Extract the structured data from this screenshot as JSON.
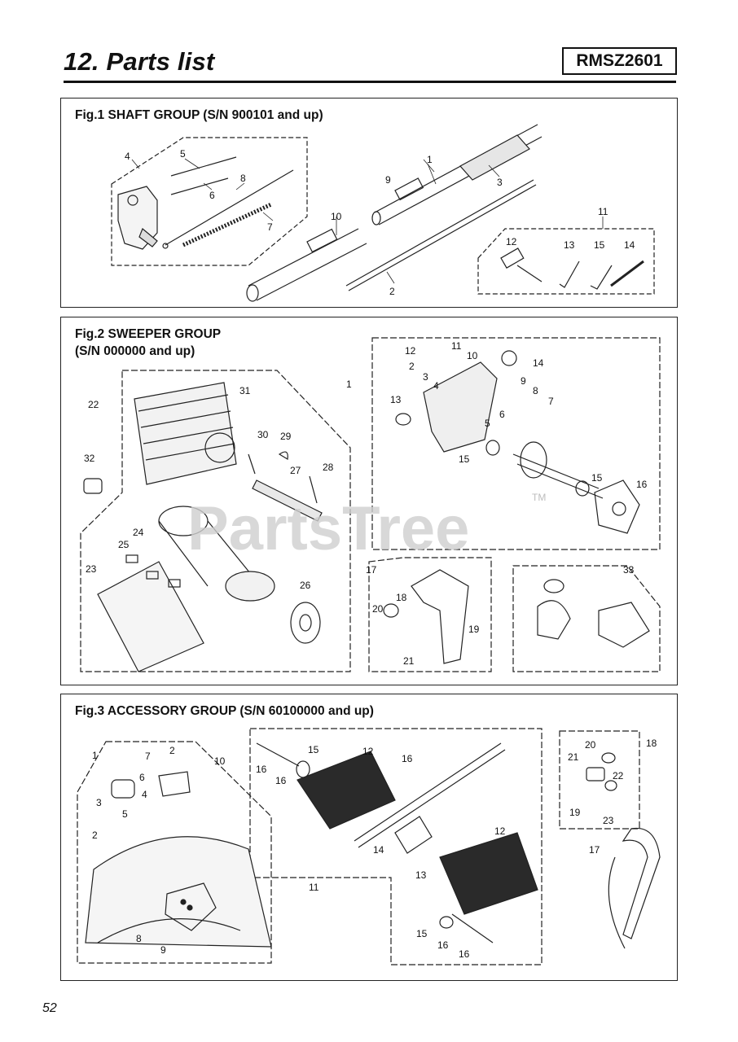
{
  "page": {
    "title": "12. Parts list",
    "model": "RMSZ2601",
    "page_number": "52"
  },
  "figures": [
    {
      "id": "fig1",
      "title": "Fig.1 SHAFT GROUP (S/N 900101 and up)",
      "callouts": [
        "1",
        "2",
        "3",
        "4",
        "5",
        "6",
        "7",
        "8",
        "9",
        "10",
        "11",
        "12",
        "13",
        "14",
        "15"
      ]
    },
    {
      "id": "fig2",
      "title_line1": "Fig.2 SWEEPER GROUP",
      "title_line2": "(S/N 000000 and up)",
      "callouts": [
        "1",
        "2",
        "3",
        "4",
        "5",
        "6",
        "7",
        "8",
        "9",
        "10",
        "11",
        "12",
        "13",
        "14",
        "15",
        "15",
        "16",
        "17",
        "18",
        "19",
        "20",
        "21",
        "22",
        "23",
        "24",
        "25",
        "26",
        "27",
        "28",
        "29",
        "30",
        "31",
        "32",
        "33"
      ]
    },
    {
      "id": "fig3",
      "title": "Fig.3 ACCESSORY GROUP (S/N 60100000 and up)",
      "callouts": [
        "1",
        "2",
        "2",
        "3",
        "4",
        "5",
        "6",
        "7",
        "8",
        "9",
        "10",
        "11",
        "12",
        "12",
        "13",
        "14",
        "15",
        "15",
        "16",
        "16",
        "16",
        "16",
        "16",
        "17",
        "18",
        "19",
        "20",
        "21",
        "22",
        "23"
      ]
    }
  ],
  "watermark": {
    "text": "PartsTree",
    "tm": "TM"
  }
}
